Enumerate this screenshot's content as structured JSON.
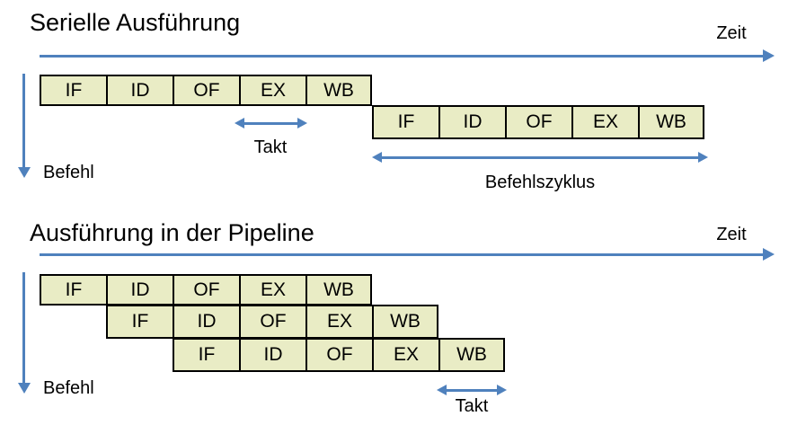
{
  "colors": {
    "box_fill": "#E9ECC5",
    "box_border": "#000000",
    "arrow": "#4F81BD",
    "text": "#000000"
  },
  "serial": {
    "title": "Serielle Ausführung",
    "zeit_label": "Zeit",
    "befehl_label": "Befehl",
    "takt_label": "Takt",
    "befehlszyklus_label": "Befehlszyklus",
    "rows": [
      {
        "stages": [
          "IF",
          "ID",
          "OF",
          "EX",
          "WB"
        ]
      },
      {
        "stages": [
          "IF",
          "ID",
          "OF",
          "EX",
          "WB"
        ]
      }
    ]
  },
  "pipeline": {
    "title": "Ausführung in der Pipeline",
    "zeit_label": "Zeit",
    "befehl_label": "Befehl",
    "takt_label": "Takt",
    "rows": [
      {
        "stages": [
          "IF",
          "ID",
          "OF",
          "EX",
          "WB"
        ]
      },
      {
        "stages": [
          "IF",
          "ID",
          "OF",
          "EX",
          "WB"
        ]
      },
      {
        "stages": [
          "IF",
          "ID",
          "OF",
          "EX",
          "WB"
        ]
      }
    ]
  }
}
